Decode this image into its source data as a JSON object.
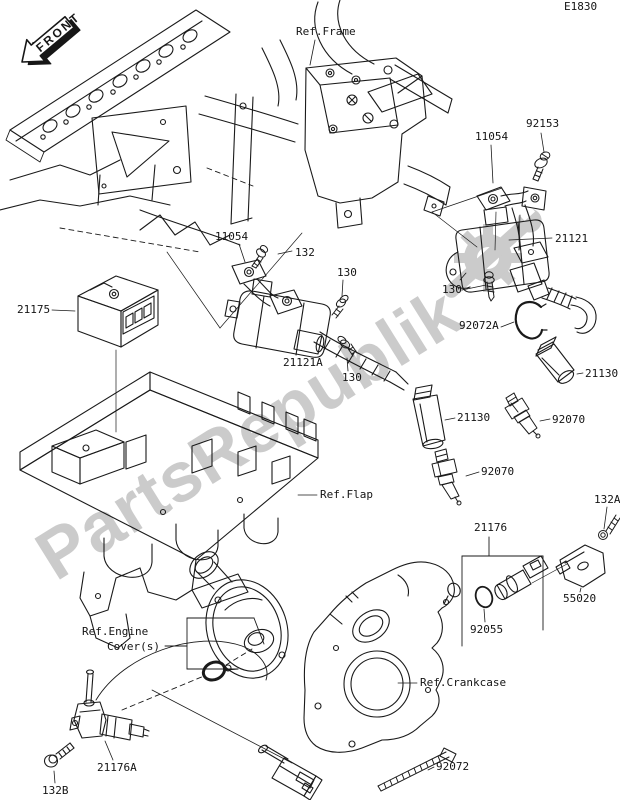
{
  "page": {
    "diagram_code": "E1830",
    "front_arrow": "FRONT",
    "watermark": "PartsRepublik"
  },
  "colors": {
    "line": "#1a1a1a",
    "background": "#ffffff",
    "watermark_gray": "#c9c9c9"
  },
  "labels": {
    "ref_frame": "Ref.Frame",
    "n92153": "92153",
    "n11054_right": "11054",
    "n21121": "21121",
    "n11054_left": "11054",
    "n132": "132",
    "n21175": "21175",
    "n130_upper": "130",
    "n130_right": "130",
    "n92072a": "92072A",
    "n21121a": "21121A",
    "n130_lower": "130",
    "n21130_right": "21130",
    "n21130_left": "21130",
    "n92070_right": "92070",
    "n92070_left": "92070",
    "ref_flap": "Ref.Flap",
    "n132a": "132A",
    "n21176": "21176",
    "n55020": "55020",
    "n92055": "92055",
    "ref_engine_line1": "Ref.Engine",
    "ref_engine_line2": "Cover(s)",
    "ref_crankcase": "Ref.Crankcase",
    "n21176a": "21176A",
    "n132b": "132B",
    "n92072": "92072"
  }
}
